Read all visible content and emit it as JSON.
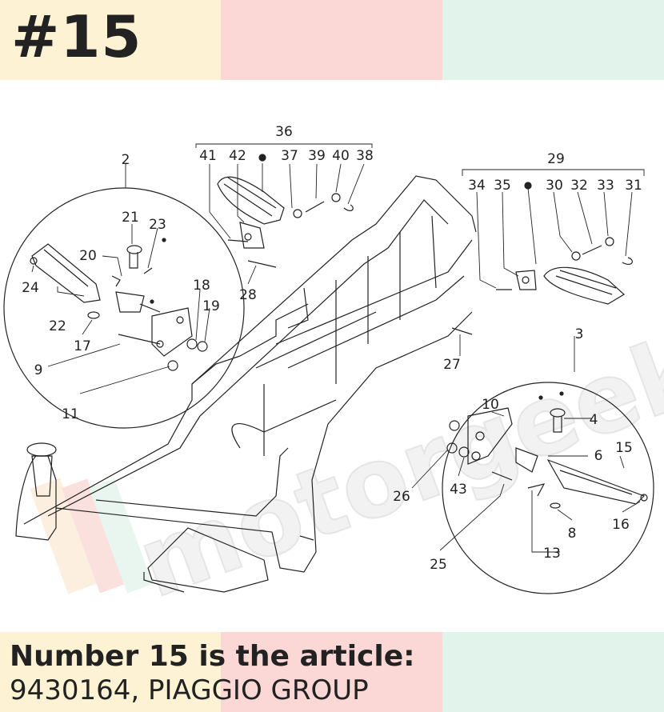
{
  "header": {
    "title": "#15"
  },
  "footer": {
    "line1": "Number 15 is the article:",
    "line2": "9430164, PIAGGIO GROUP"
  },
  "colors": {
    "yellow": "#fdf3d4",
    "pink": "#fbd8d6",
    "mint": "#e2f3ec",
    "ink": "#222222"
  },
  "watermark": {
    "text": "motorgeek"
  },
  "labels": {
    "l36": "36",
    "l41": "41",
    "l42": "42",
    "l37": "37",
    "l39": "39",
    "l40": "40",
    "l38": "38",
    "l2": "2",
    "l21": "21",
    "l23": "23",
    "l20": "20",
    "l24": "24",
    "l22": "22",
    "l18": "18",
    "l19": "19",
    "l17": "17",
    "l9": "9",
    "l11": "11",
    "l28": "28",
    "l29": "29",
    "l34": "34",
    "l35": "35",
    "l30": "30",
    "l32": "32",
    "l33": "33",
    "l31": "31",
    "l27": "27",
    "l3": "3",
    "l10": "10",
    "l4": "4",
    "l6": "6",
    "l15": "15",
    "l26": "26",
    "l43": "43",
    "l8": "8",
    "l16": "16",
    "l25": "25",
    "l13": "13"
  }
}
